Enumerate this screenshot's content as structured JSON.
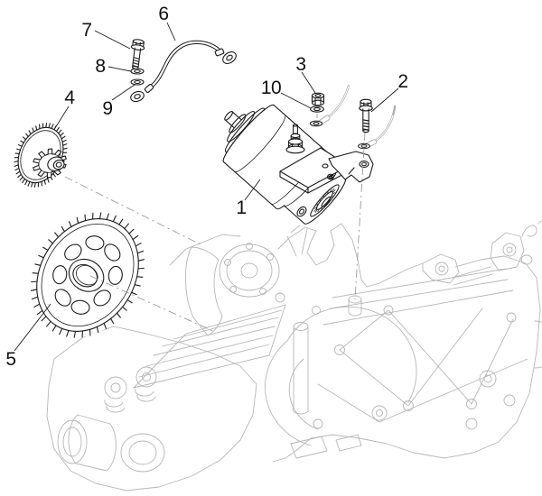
{
  "diagram": {
    "callouts": [
      {
        "label": "1"
      },
      {
        "label": "2"
      },
      {
        "label": "3"
      },
      {
        "label": "4"
      },
      {
        "label": "5"
      },
      {
        "label": "6"
      },
      {
        "label": "7"
      },
      {
        "label": "8"
      },
      {
        "label": "9"
      },
      {
        "label": "10"
      }
    ],
    "colors": {
      "background": "#ffffff",
      "part_lines": "#1c1c1c",
      "case_lines": "#b6b6b6",
      "wires": "#b0b0b0",
      "axis_lines": "#999999",
      "labels": "#111111"
    }
  }
}
